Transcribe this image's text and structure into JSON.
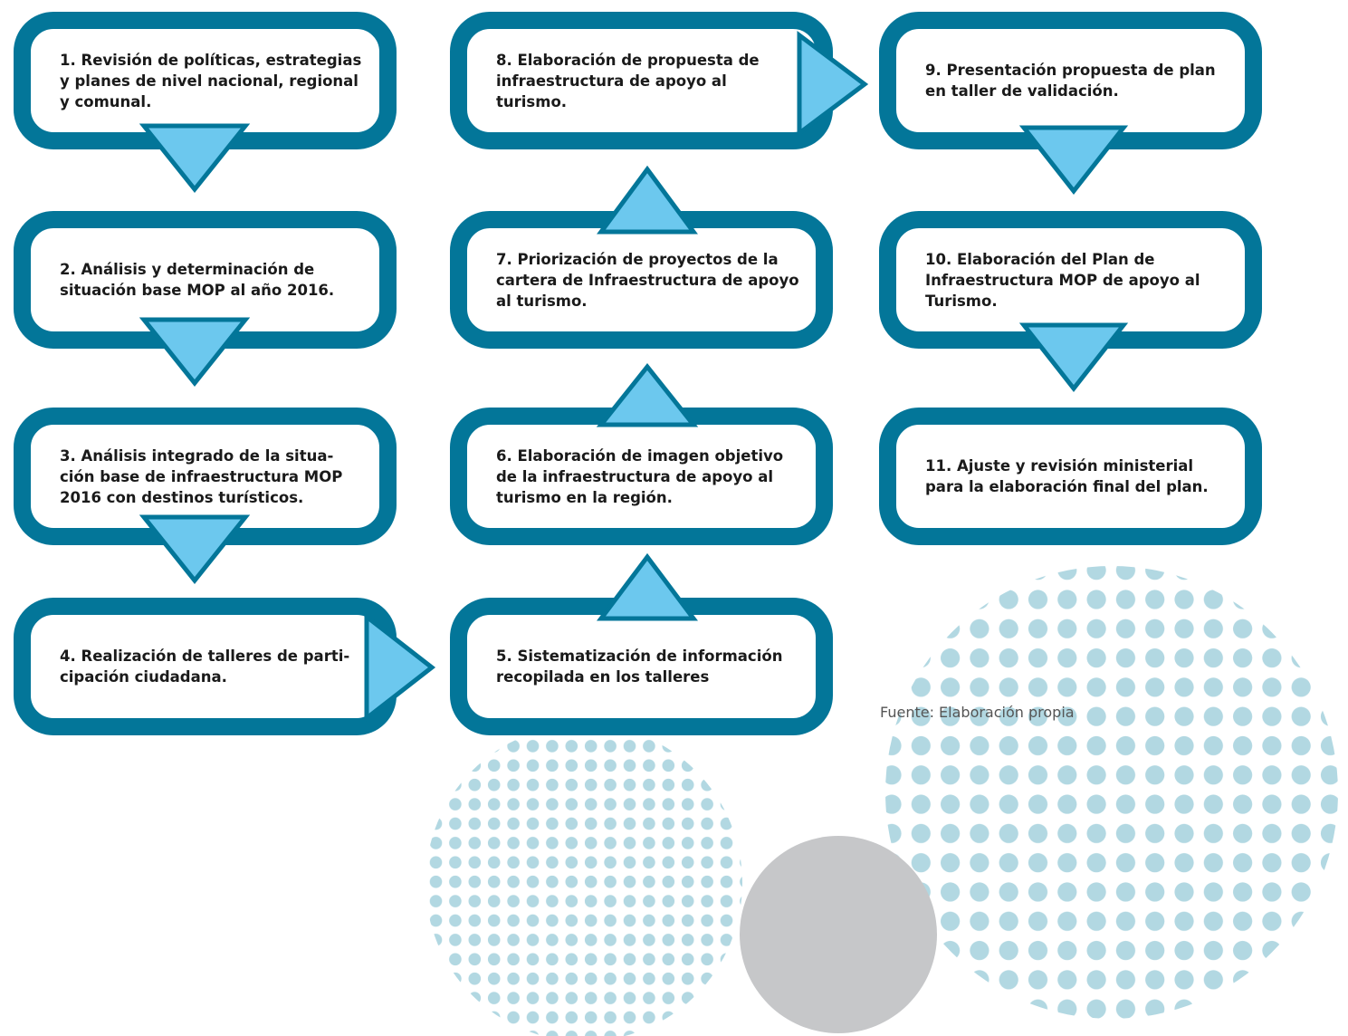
{
  "steps": [
    {
      "id": 1,
      "text": "1. Revisión de políticas, estrategias y planes de nivel nacional, regional y comunal."
    },
    {
      "id": 2,
      "text": "2. Análisis y determinación de situación base MOP al año 2016."
    },
    {
      "id": 3,
      "text": "3. Análisis integrado de la situa-ción base de infraestructura MOP 2016 con destinos turísticos."
    },
    {
      "id": 4,
      "text": "4. Realización de talleres de parti-cipación ciudadana."
    },
    {
      "id": 5,
      "text": "5. Sistematización de información recopilada en los talleres"
    },
    {
      "id": 6,
      "text": "6. Elaboración de imagen objetivo de la infraestructura de apoyo al turismo en la región."
    },
    {
      "id": 7,
      "text": "7. Priorización de proyectos de la cartera de Infraestructura de apoyo al turismo."
    },
    {
      "id": 8,
      "text": "8. Elaboración de propuesta de infraestructura de apoyo al turismo."
    },
    {
      "id": 9,
      "text": "9. Presentación propuesta de plan en taller de validación."
    },
    {
      "id": 10,
      "text": "10. Elaboración del Plan de Infraestructura MOP de apoyo al Turismo."
    },
    {
      "id": 11,
      "text": "11. Ajuste y revisión ministerial para la elaboración final del plan."
    }
  ],
  "source": "Fuente: Elaboración propia",
  "colors": {
    "box_border": "#037699",
    "arrow_fill": "#6cc8ee",
    "arrow_stroke": "#037699",
    "dots": "#b2d8e2",
    "grey_circle": "#c6c7c9"
  }
}
